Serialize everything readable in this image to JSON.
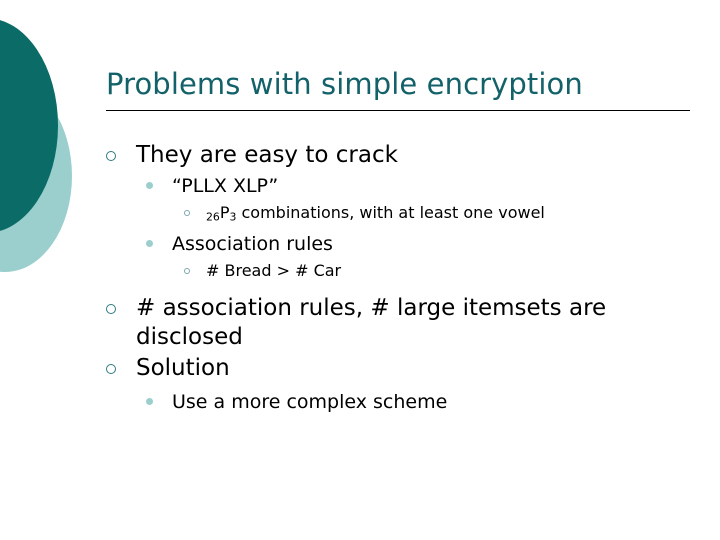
{
  "slide": {
    "title": "Problems with simple encryption",
    "colors": {
      "title": "#13626a",
      "deco_dark": "#0b6b66",
      "deco_light": "#9acfce",
      "body_text": "#000000",
      "background": "#ffffff",
      "rule": "#000000"
    },
    "bullets": [
      {
        "level": 1,
        "marker": "hollow-ring",
        "text": "They are easy to crack"
      },
      {
        "level": 2,
        "marker": "filled-dot",
        "text": "“PLLX XLP”"
      },
      {
        "level": 3,
        "marker": "small-hollow-ring",
        "prefix_sub": "26",
        "prefix_base": "P",
        "prefix_sub2": "3",
        "text": " combinations, with at least one vowel"
      },
      {
        "level": 2,
        "marker": "filled-dot",
        "text": "Association rules"
      },
      {
        "level": 3,
        "marker": "small-hollow-ring",
        "text": "# Bread > # Car"
      },
      {
        "level": 1,
        "marker": "hollow-ring",
        "text": "# association rules, # large itemsets are disclosed"
      },
      {
        "level": 1,
        "marker": "hollow-ring",
        "text": "Solution"
      },
      {
        "level": 2,
        "marker": "filled-dot",
        "text": "Use a more complex scheme"
      }
    ]
  }
}
